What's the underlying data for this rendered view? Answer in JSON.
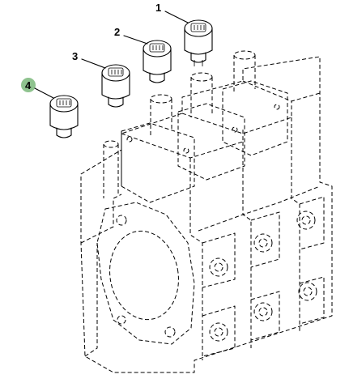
{
  "callouts": [
    {
      "id": "1",
      "label": "1"
    },
    {
      "id": "2",
      "label": "2"
    },
    {
      "id": "3",
      "label": "3"
    },
    {
      "id": "4",
      "label": "4",
      "highlighted": true
    }
  ],
  "colors": {
    "line": "#000000",
    "background": "#ffffff",
    "highlight": "#8fc38f"
  }
}
